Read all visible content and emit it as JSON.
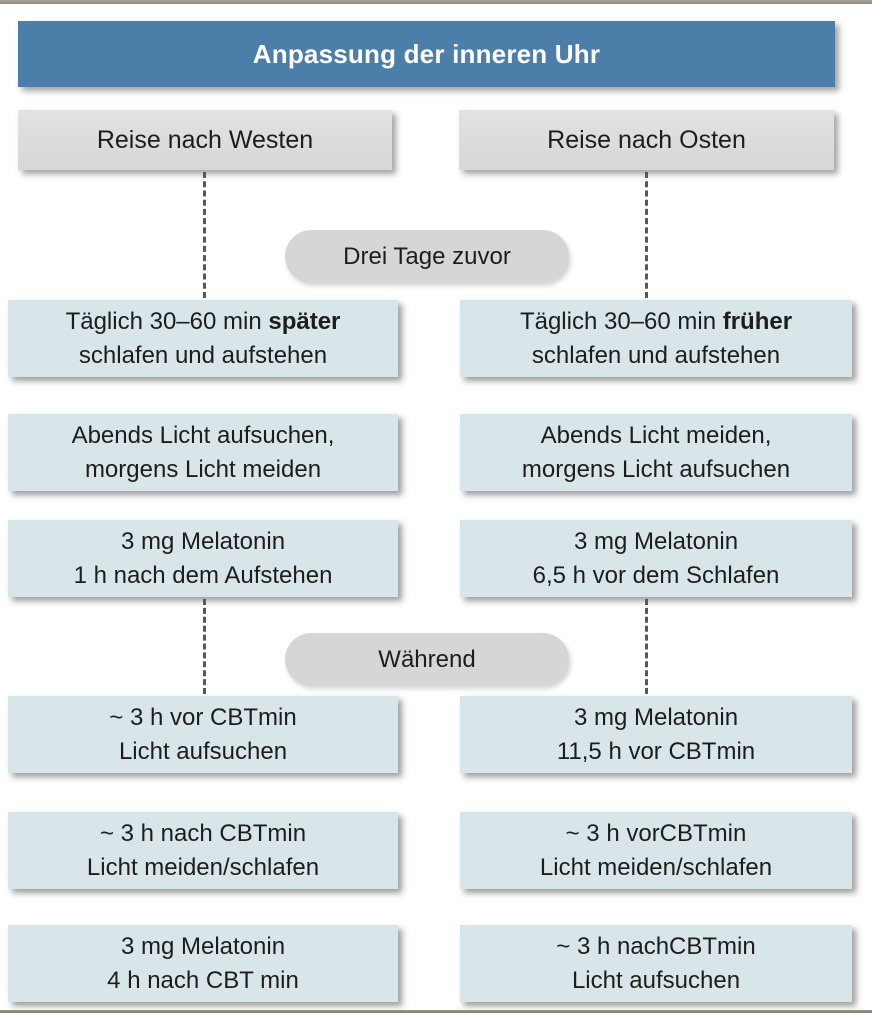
{
  "page": {
    "title": "Anpassung der inneren Uhr"
  },
  "colors": {
    "banner_blue": "#4b7ea8",
    "step_box_blue": "#d9e6e9",
    "header_gray": "#dcdcdc",
    "pill_gray": "#d6d6d6",
    "text": "#1d1d1b",
    "connector_dash": "#58585a"
  },
  "columns": {
    "west": {
      "header": "Reise nach Westen"
    },
    "east": {
      "header": "Reise nach Osten"
    }
  },
  "phases": {
    "before": {
      "label": "Drei Tage zuvor"
    },
    "during": {
      "label": "Während"
    }
  },
  "steps": {
    "before": {
      "west": [
        {
          "line1_prefix": "Täglich 30–60 min ",
          "line1_bold": "später",
          "line2": "schlafen und aufstehen"
        },
        {
          "line1": "Abends Licht aufsuchen,",
          "line2": "morgens Licht meiden"
        },
        {
          "line1": "3 mg Melatonin",
          "line2": "1 h nach dem Aufstehen"
        }
      ],
      "east": [
        {
          "line1_prefix": "Täglich 30–60 min ",
          "line1_bold": "früher",
          "line2": "schlafen und aufstehen"
        },
        {
          "line1": "Abends Licht meiden,",
          "line2": "morgens Licht aufsuchen"
        },
        {
          "line1": "3 mg Melatonin",
          "line2": "6,5 h vor dem Schlafen"
        }
      ]
    },
    "during": {
      "west": [
        {
          "line1": "~ 3 h vor CBTmin",
          "line2": "Licht aufsuchen"
        },
        {
          "line1": "~ 3 h nach CBTmin",
          "line2": "Licht meiden/schlafen"
        },
        {
          "line1": "3 mg Melatonin",
          "line2": "4 h nach CBT min"
        }
      ],
      "east": [
        {
          "line1": "3 mg Melatonin",
          "line2": "11,5 h vor CBTmin"
        },
        {
          "line1": "~ 3 h vorCBTmin",
          "line2": "Licht meiden/schlafen"
        },
        {
          "line1": "~ 3 h nachCBTmin",
          "line2": "Licht aufsuchen"
        }
      ]
    }
  }
}
